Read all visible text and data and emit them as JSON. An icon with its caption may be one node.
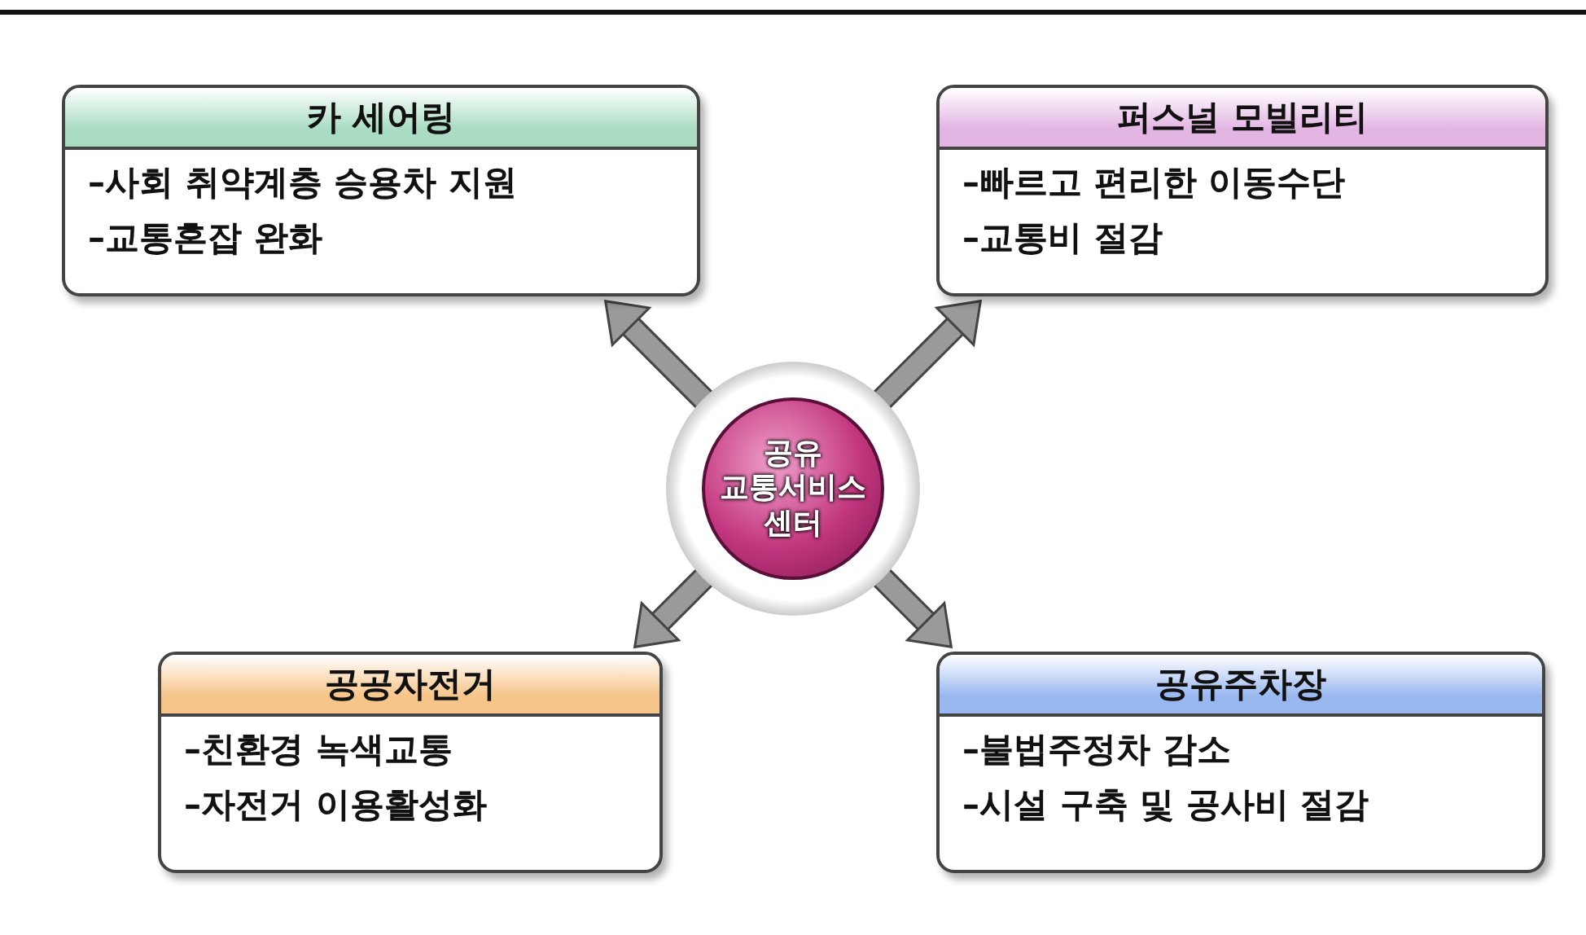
{
  "diagram": {
    "nodes": [
      {
        "text": [
          "카 세어링",
          "–사회 취약계층 승용차 지원",
          "–교통혼잡 완화"
        ]
      },
      {
        "text": [
          "퍼스널 모빌리티",
          "–빠르고 편리한 이동수단",
          "–교통비 절감"
        ]
      },
      {
        "text": [
          "공유 교통서비스 센터"
        ]
      },
      {
        "text": [
          "공공자전거",
          "–친환경 녹색교통",
          "–자전거 이용활성화"
        ]
      },
      {
        "text": [
          "공유주차장",
          "–불법주정차 감소",
          "–시설 구축 및 공사비 절감"
        ]
      }
    ],
    "edges": [
      {
        "from": 2,
        "to": 0,
        "arrow": "to"
      },
      {
        "from": 2,
        "to": 1,
        "arrow": "to"
      },
      {
        "from": 2,
        "to": 3,
        "arrow": "to"
      },
      {
        "from": 2,
        "to": 4,
        "arrow": "to"
      }
    ]
  }
}
